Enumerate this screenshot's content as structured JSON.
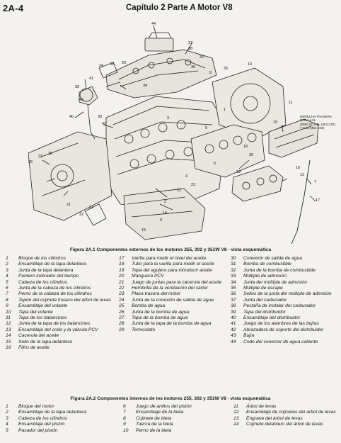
{
  "header": {
    "page_number": "2A-4",
    "chapter_title": "Capítulo 2  Parte A   Motor V8"
  },
  "diagram": {
    "callouts": [
      "44",
      "37",
      "38",
      "33",
      "36",
      "24",
      "25",
      "29",
      "34",
      "8",
      "35",
      "39",
      "41",
      "43",
      "40",
      "42",
      "10",
      "11",
      "19",
      "1",
      "30",
      "31",
      "32",
      "28",
      "27",
      "26",
      "5",
      "3",
      "4",
      "23",
      "22",
      "6",
      "21",
      "2",
      "14",
      "15",
      "16",
      "12",
      "13",
      "7",
      "17",
      "18",
      "20",
      "9"
    ],
    "side_note_lines": [
      "DERECHA TRASERA",
      "PARA 4.2L",
      "(255CID) 5.0L (302 CID)",
      "Y 5.8L (351 CID)"
    ]
  },
  "figure1": {
    "caption": "Figura 2A.1  Componentes externos de los motores 255, 302 y 351W V8 - vista esquemática",
    "columns": [
      [
        {
          "n": "1",
          "t": "Bloque de los cilindros"
        },
        {
          "n": "2",
          "t": "Ensamblaje de la tapa delantera"
        },
        {
          "n": "3",
          "t": "Junta de la tapa delantera"
        },
        {
          "n": "4",
          "t": "Puntero indicador del tiempo"
        },
        {
          "n": "5",
          "t": "Cabeza de los cilindros"
        },
        {
          "n": "6",
          "t": "Junta de la cabeza de los cilindros"
        },
        {
          "n": "7",
          "t": "Perno de la cabeza de los cilindros"
        },
        {
          "n": "8",
          "t": "Tapón del cojinete trasero del árbol de levas"
        },
        {
          "n": "9",
          "t": "Ensamblaje del volante"
        },
        {
          "n": "10",
          "t": "Tapa del volante"
        },
        {
          "n": "11",
          "t": "Tapa de los balancines"
        },
        {
          "n": "12",
          "t": "Junta de la tapa de los balancines"
        },
        {
          "n": "13",
          "t": "Ensamblaje del codo y la válvula PCV"
        },
        {
          "n": "14",
          "t": "Cacerola del aceite"
        },
        {
          "n": "15",
          "t": "Sello de la tapa delantera"
        },
        {
          "n": "16",
          "t": "Filtro de aceite"
        }
      ],
      [
        {
          "n": "17",
          "t": "Varilla para medir el nivel del aceite"
        },
        {
          "n": "18",
          "t": "Tubo para la varilla para medir el aceite"
        },
        {
          "n": "19",
          "t": "Tapa del agujero para introducir aceite"
        },
        {
          "n": "20",
          "t": "Manguera PCV"
        },
        {
          "n": "21",
          "t": "Juego de juntas para la cacerola del aceite"
        },
        {
          "n": "22",
          "t": "Hembrilla de la ventilación del cárter"
        },
        {
          "n": "23",
          "t": "Placa trasera del motor"
        },
        {
          "n": "24",
          "t": "Junta de la conexión de salida de agua"
        },
        {
          "n": "25",
          "t": "Bomba de agua"
        },
        {
          "n": "26",
          "t": "Junta de la bomba de agua"
        },
        {
          "n": "27",
          "t": "Tapa de la bomba de agua"
        },
        {
          "n": "28",
          "t": "Junta de la tapa de la bomba de agua"
        },
        {
          "n": "29",
          "t": "Termostato"
        }
      ],
      [
        {
          "n": "30",
          "t": "Conexión de salida de agua"
        },
        {
          "n": "31",
          "t": "Bomba de combustible"
        },
        {
          "n": "32",
          "t": "Junta de la bomba de combustible"
        },
        {
          "n": "33",
          "t": "Múltiple de admisión"
        },
        {
          "n": "34",
          "t": "Junta del múltiple de admisión"
        },
        {
          "n": "35",
          "t": "Múltiple de escape"
        },
        {
          "n": "36",
          "t": "Sellos de la junta del múltiple de admisión"
        },
        {
          "n": "37",
          "t": "Junta del carburador"
        },
        {
          "n": "38",
          "t": "Pestaña de instalar del carburador"
        },
        {
          "n": "39",
          "t": "Tapa del distribuidor"
        },
        {
          "n": "40",
          "t": "Ensamblaje del distribuidor"
        },
        {
          "n": "41",
          "t": "Juego de los alambres de las bujías"
        },
        {
          "n": "42",
          "t": "Abrazadera de soporte del distribuidor"
        },
        {
          "n": "43",
          "t": "Bujía"
        },
        {
          "n": "44",
          "t": "Codo del conector de agua caliente"
        }
      ]
    ]
  },
  "figure2": {
    "caption": "Figura 2A.2  Componentes internos de los motores 255, 302 y 351W V8 - vista esquemática",
    "columns": [
      [
        {
          "n": "1",
          "t": "Bloque del motor"
        },
        {
          "n": "2",
          "t": "Ensamblaje de la tapa delantera"
        },
        {
          "n": "3",
          "t": "Cabeza de los cilindros"
        },
        {
          "n": "4",
          "t": "Ensamblaje del pistón"
        },
        {
          "n": "5",
          "t": "Pasador del pistón"
        }
      ],
      [
        {
          "n": "6",
          "t": "Juego de anillos del pistón"
        },
        {
          "n": "7",
          "t": "Ensamblaje de la biela"
        },
        {
          "n": "8",
          "t": "Cojinete de biela"
        },
        {
          "n": "9",
          "t": "Tuerca de la biela"
        },
        {
          "n": "10",
          "t": "Perno de la biela"
        }
      ],
      [
        {
          "n": "11",
          "t": "Árbol de levas"
        },
        {
          "n": "12",
          "t": "Ensamblaje de cojinetes del árbol de levas"
        },
        {
          "n": "13",
          "t": "Engrane del árbol de levas"
        },
        {
          "n": "14",
          "t": "Cojinete delantero del árbol de levas"
        }
      ]
    ]
  }
}
